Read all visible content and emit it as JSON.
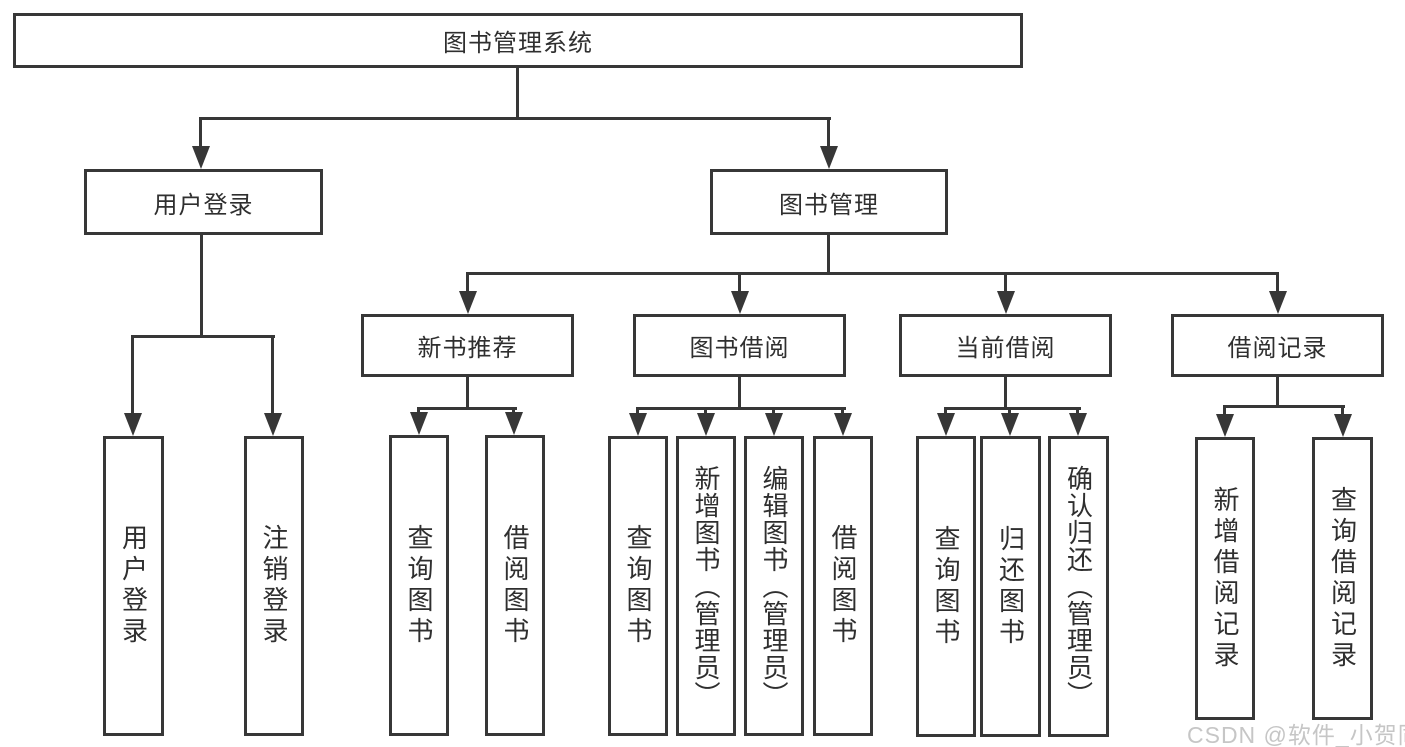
{
  "colors": {
    "line": "#373737",
    "text": "#2f2f2f",
    "background": "#ffffff",
    "watermark": "#c6c6c6"
  },
  "watermark": {
    "text": "CSDN @软件_小贺同学"
  },
  "tree": {
    "root": {
      "label": "图书管理系统"
    },
    "branches": [
      {
        "label": "用户登录",
        "children": [
          {
            "label": "用户登录"
          },
          {
            "label": "注销登录"
          }
        ]
      },
      {
        "label": "图书管理",
        "sections": [
          {
            "label": "新书推荐",
            "children": [
              {
                "label": "查询图书"
              },
              {
                "label": "借阅图书"
              }
            ]
          },
          {
            "label": "图书借阅",
            "children": [
              {
                "label": "查询图书"
              },
              {
                "label": "新增图书（管理员）"
              },
              {
                "label": "编辑图书（管理员）"
              },
              {
                "label": "借阅图书"
              }
            ]
          },
          {
            "label": "当前借阅",
            "children": [
              {
                "label": "查询图书"
              },
              {
                "label": "归还图书"
              },
              {
                "label": "确认归还（管理员）"
              }
            ]
          },
          {
            "label": "借阅记录",
            "children": [
              {
                "label": "新增借阅记录"
              },
              {
                "label": "查询借阅记录"
              }
            ]
          }
        ]
      }
    ]
  }
}
